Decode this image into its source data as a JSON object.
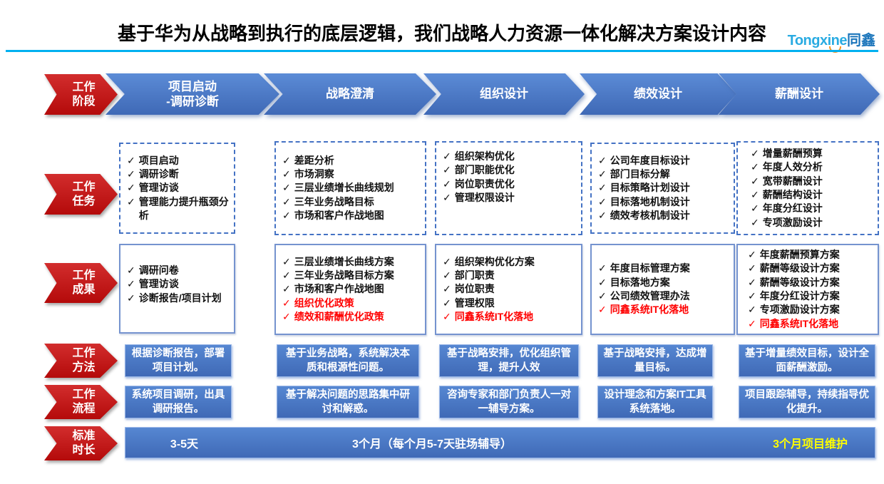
{
  "header": {
    "title": "基于华为从战略到执行的底层逻辑，我们战略人力资源一体化解决方案设计内容",
    "logo_en": "Tongxine",
    "logo_cn": "同鑫"
  },
  "glyphs": {
    "check": "✓"
  },
  "colors": {
    "stage_blue": "#4472c4",
    "label_red": "#c00000",
    "highlight_red": "#ff0000",
    "accent_line": "#00b0f0",
    "timeline_highlight": "#ffff00"
  },
  "row_labels": [
    {
      "line1": "工作",
      "line2": "阶段"
    },
    {
      "line1": "工作",
      "line2": "任务"
    },
    {
      "line1": "工作",
      "line2": "成果"
    },
    {
      "line1": "工作",
      "line2": "方法"
    },
    {
      "line1": "工作",
      "line2": "流程"
    },
    {
      "line1": "标准",
      "line2": "时长"
    }
  ],
  "stages": [
    {
      "name_line1": "项目启动",
      "name_line2": "-调研诊断",
      "tasks": [
        "项目启动",
        "调研诊断",
        "管理访谈",
        "管理能力提升瓶颈分析"
      ],
      "results": [
        {
          "text": "调研问卷",
          "red": false
        },
        {
          "text": "管理访谈",
          "red": false
        },
        {
          "text": "诊断报告/项目计划",
          "red": false
        }
      ],
      "method": "根据诊断报告，部署项目计划。",
      "process": "系统项目调研，出具调研报告。"
    },
    {
      "name_line1": "战略澄清",
      "name_line2": "",
      "tasks": [
        "差距分析",
        "市场洞察",
        "三层业绩增长曲线规划",
        "三年业务战略目标",
        "市场和客户作战地图"
      ],
      "results": [
        {
          "text": "三层业绩增长曲线方案",
          "red": false
        },
        {
          "text": "三年业务战略目标方案",
          "red": false
        },
        {
          "text": "市场和客户作战地图",
          "red": false
        },
        {
          "text": "组织优化政策",
          "red": true
        },
        {
          "text": "绩效和薪酬优化政策",
          "red": true
        }
      ],
      "method": "基于业务战略，系统解决本质和根源性问题。",
      "process": "基于解决问题的思路集中研讨和解惑。"
    },
    {
      "name_line1": "组织设计",
      "name_line2": "",
      "tasks": [
        "组织架构优化",
        "部门职能优化",
        "岗位职责优化",
        "管理权限设计"
      ],
      "results": [
        {
          "text": "组织架构优化方案",
          "red": false
        },
        {
          "text": "部门职责",
          "red": false
        },
        {
          "text": "岗位职责",
          "red": false
        },
        {
          "text": "管理权限",
          "red": false
        },
        {
          "text": "同鑫系统IT化落地",
          "red": true
        }
      ],
      "method": "基于战略安排，优化组织管理，提升人效",
      "process": "咨询专家和部门负责人一对一辅导方案。"
    },
    {
      "name_line1": "绩效设计",
      "name_line2": "",
      "tasks": [
        "公司年度目标设计",
        "部门目标分解",
        "目标策略计划设计",
        "目标落地机制设计",
        "绩效考核机制设计"
      ],
      "results": [
        {
          "text": "年度目标管理方案",
          "red": false
        },
        {
          "text": "目标落地方案",
          "red": false
        },
        {
          "text": "公司绩效管理办法",
          "red": false
        },
        {
          "text": "同鑫系统IT化落地",
          "red": true
        }
      ],
      "method": "基于战略安排，达成增量目标。",
      "process": "设计理念和方案IT工具系统落地。"
    },
    {
      "name_line1": "薪酬设计",
      "name_line2": "",
      "tasks": [
        "增量薪酬预算",
        "年度人效分析",
        "宽带薪酬设计",
        "薪酬结构设计",
        "年度分红设计",
        "专项激励设计"
      ],
      "results": [
        {
          "text": "年度薪酬预算方案",
          "red": false
        },
        {
          "text": "薪酬等级设计方案",
          "red": false
        },
        {
          "text": "薪酬等级设计方案",
          "red": false
        },
        {
          "text": "年度分红设计方案",
          "red": false
        },
        {
          "text": "专项激励设计方案",
          "red": false
        },
        {
          "text": "同鑫系统IT化落地",
          "red": true
        }
      ],
      "method": "基于增量绩效目标，设计全面薪酬激励。",
      "process": "项目跟踪辅导，持续指导优化提升。"
    }
  ],
  "timeline": [
    "3-5天",
    "3个月（每个月5-7天驻场辅导）",
    "3个月项目维护"
  ]
}
